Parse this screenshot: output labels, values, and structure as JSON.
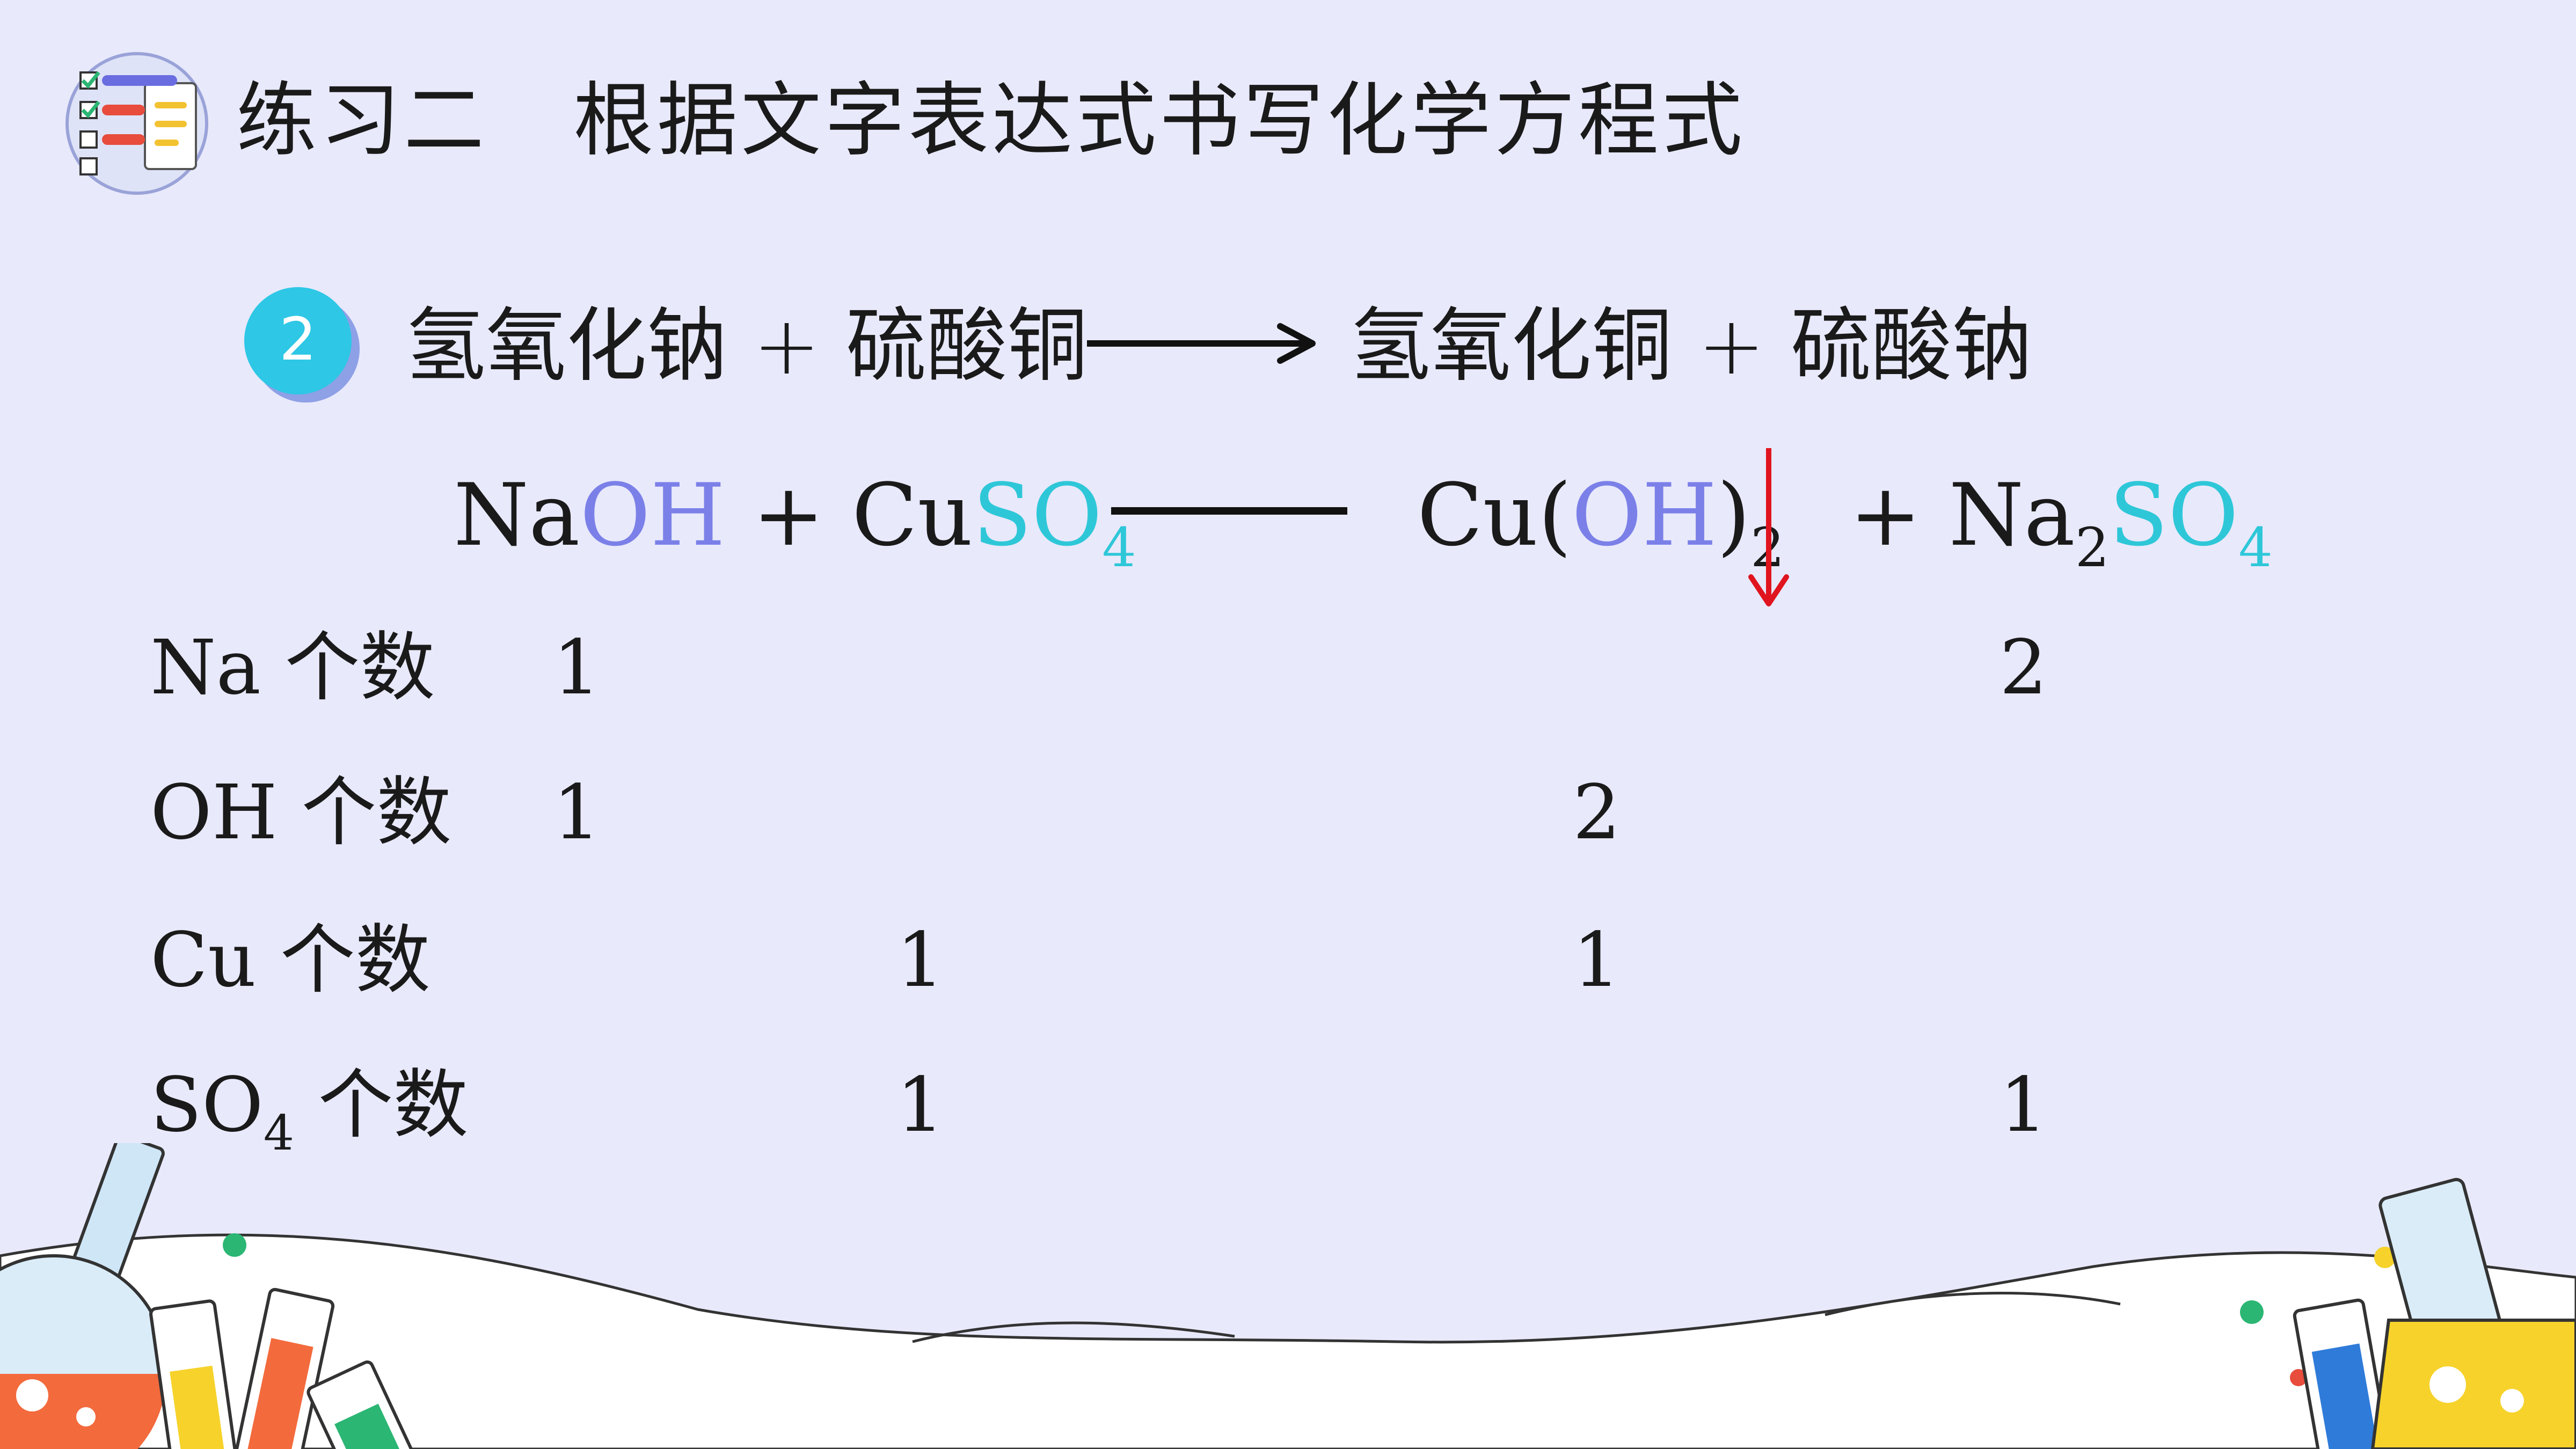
{
  "header": {
    "title_part1": "练习二",
    "title_part2": "根据文字表达式书写化学方程式"
  },
  "step": {
    "number": "2"
  },
  "word_equation": {
    "left": "氢氧化钠 + 硫酸铜",
    "right": "氢氧化铜 + 硫酸钠"
  },
  "formula_equation": {
    "left": {
      "na": "Na",
      "oh": "OH",
      "plus": " + ",
      "cu": "Cu",
      "so": "SO",
      "sub4": "4"
    },
    "right": {
      "cu": "Cu",
      "paren_open": "(",
      "oh": "OH",
      "paren_close": ")",
      "sub2": "2",
      "plus": " + ",
      "na": "Na",
      "na_sub": "2",
      "so": "SO",
      "so_sub": "4"
    }
  },
  "count_table": {
    "rows": [
      {
        "element": "Na",
        "suffix": " 个数",
        "sub": "",
        "reactant_naoh": "1",
        "reactant_cuso4": "",
        "product_cuoh2": "",
        "product_na2so4": "2"
      },
      {
        "element": "OH",
        "suffix": " 个数",
        "sub": "",
        "reactant_naoh": "1",
        "reactant_cuso4": "",
        "product_cuoh2": "2",
        "product_na2so4": ""
      },
      {
        "element": "Cu",
        "suffix": " 个数",
        "sub": "",
        "reactant_naoh": "",
        "reactant_cuso4": "1",
        "product_cuoh2": "1",
        "product_na2so4": ""
      },
      {
        "element": "SO",
        "suffix": " 个数",
        "sub": "4",
        "reactant_naoh": "",
        "reactant_cuso4": "1",
        "product_cuoh2": "",
        "product_na2so4": "1"
      }
    ]
  },
  "colors": {
    "background": "#e8e9fb",
    "hydroxide": "#7b80e8",
    "sulfate": "#2ec7d8",
    "precipitate_arrow": "#e0141e",
    "badge": "#2ec7e6"
  },
  "icons": {
    "header": "checklist-icon",
    "precipitate": "down-arrow-icon",
    "reaction": "right-arrow-icon"
  }
}
